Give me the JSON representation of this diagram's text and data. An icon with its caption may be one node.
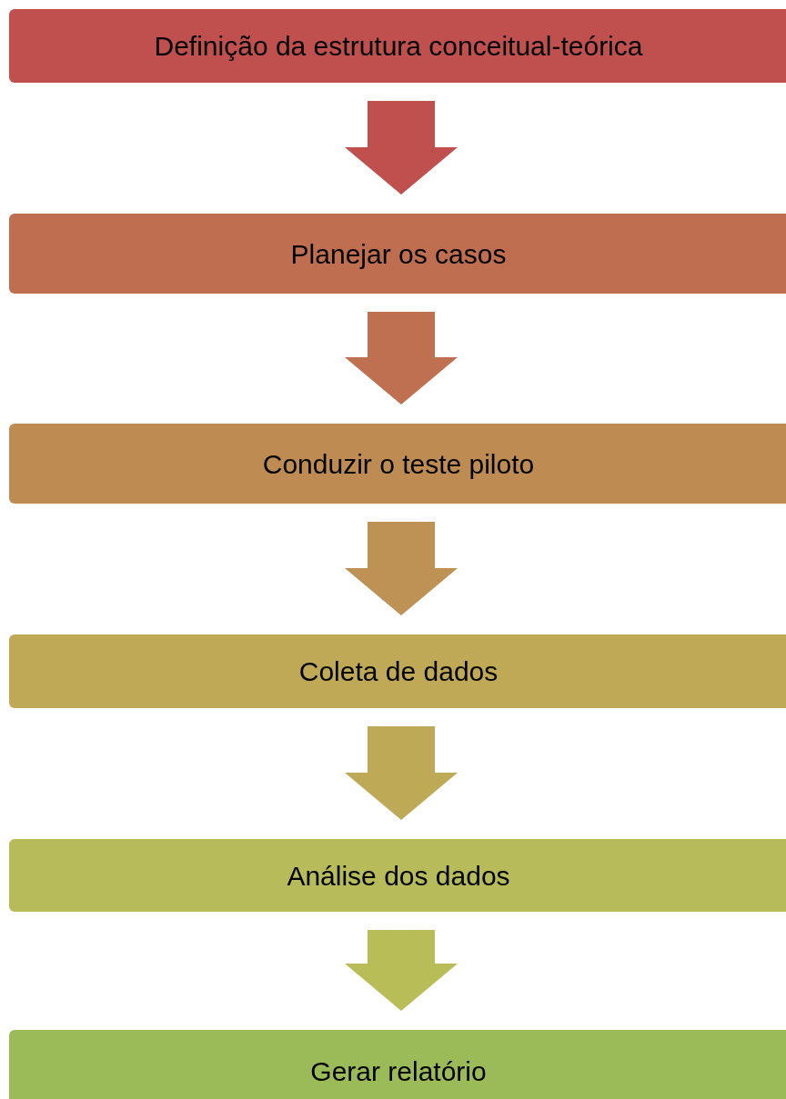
{
  "diagram": {
    "nodes": [
      {
        "text": [
          "Definição da estrutura conceitual-teórica"
        ]
      },
      {
        "text": [
          "Planejar os casos"
        ]
      },
      {
        "text": [
          "Conduzir o teste piloto"
        ]
      },
      {
        "text": [
          "Coleta de dados"
        ]
      },
      {
        "text": [
          "Análise dos dados"
        ]
      },
      {
        "text": [
          "Gerar relatório"
        ]
      }
    ],
    "edges": [
      {
        "from": 0,
        "to": 1,
        "arrow": "to",
        "color": "#c0504d"
      },
      {
        "from": 1,
        "to": 2,
        "arrow": "to",
        "color": "#bf7050"
      },
      {
        "from": 2,
        "to": 3,
        "arrow": "to",
        "color": "#be9155"
      },
      {
        "from": 3,
        "to": 4,
        "arrow": "to",
        "color": "#bea957"
      },
      {
        "from": 4,
        "to": 5,
        "arrow": "to",
        "color": "#b9bd57"
      }
    ]
  }
}
